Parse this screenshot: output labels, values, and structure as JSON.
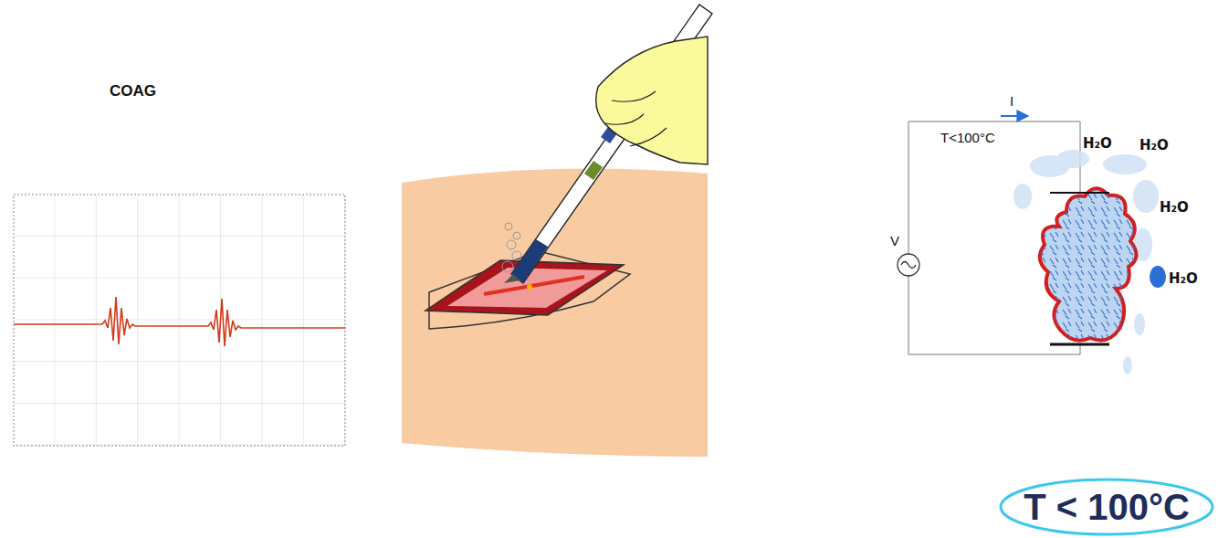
{
  "diagram": {
    "nodes": [
      {
        "text": [
          "T < 100°C"
        ]
      }
    ],
    "labels": [
      "COAG",
      "I",
      "T<100°C",
      "V",
      "H₂O",
      "H₂O",
      "H₂O",
      "H₂O"
    ]
  }
}
